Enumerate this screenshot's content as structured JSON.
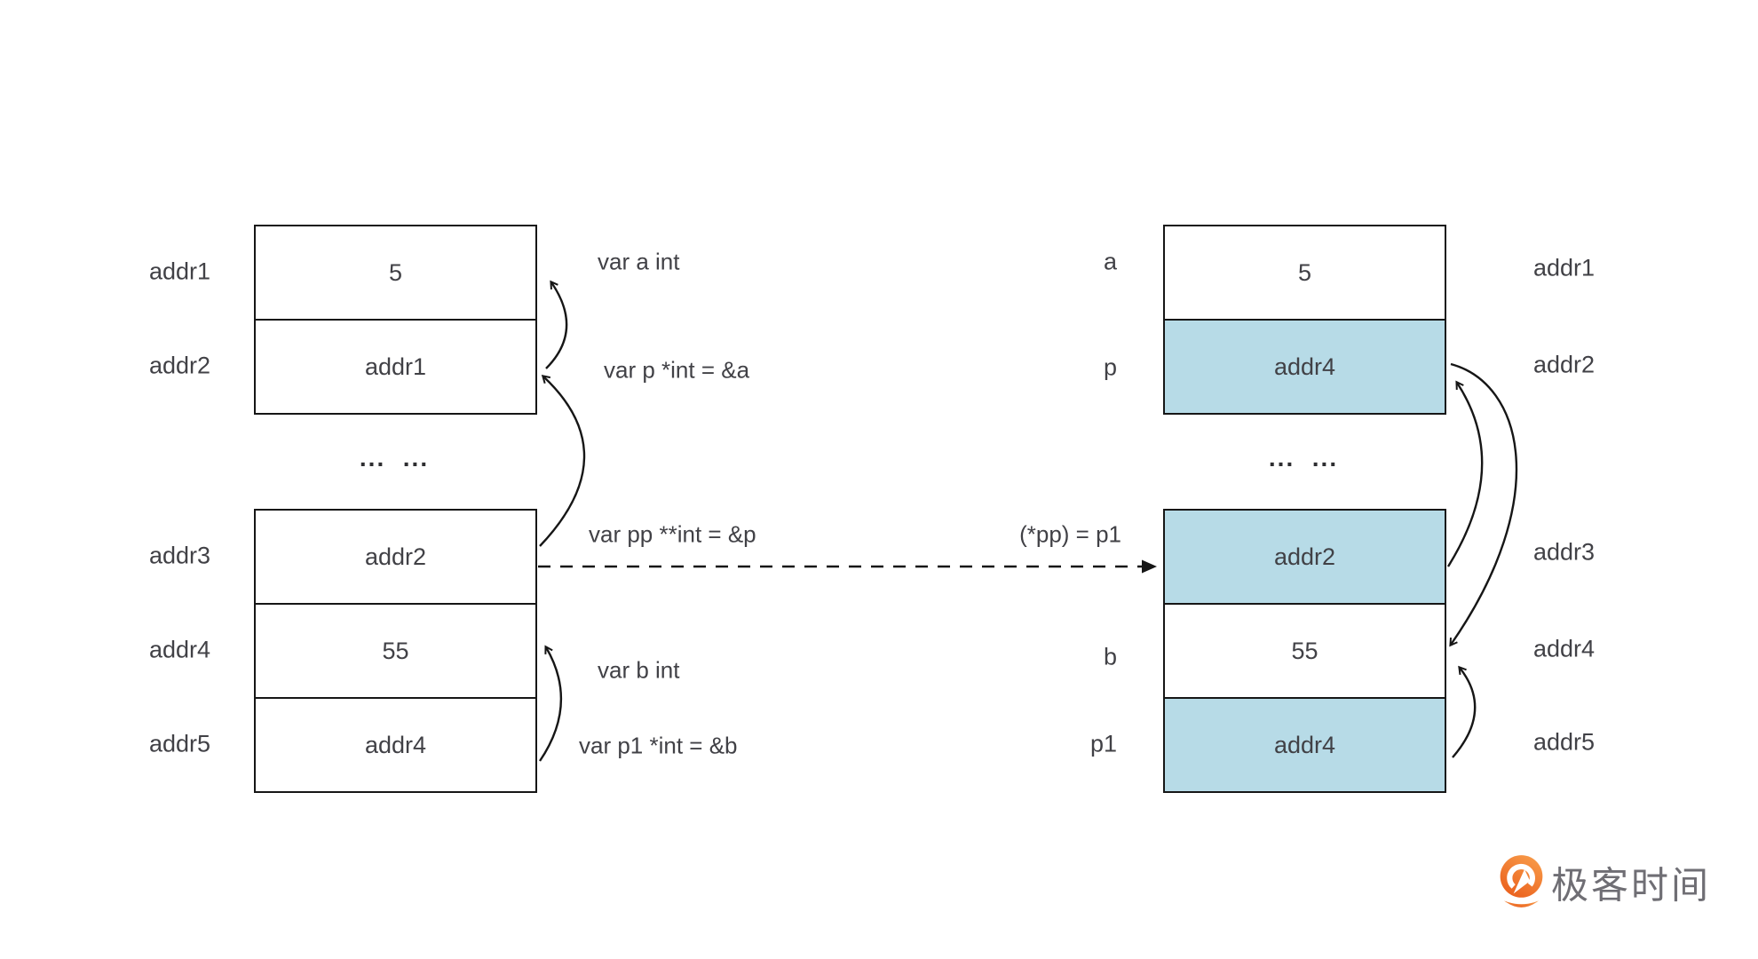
{
  "left_panel": {
    "addresses": [
      "addr1",
      "addr2",
      "addr3",
      "addr4",
      "addr5"
    ],
    "block1": [
      "5",
      "addr1"
    ],
    "dots": "...  ...",
    "block2": [
      "addr2",
      "55",
      "addr4"
    ],
    "annotations": {
      "a": "var a int",
      "p": "var p *int = &a",
      "pp": "var pp **int = &p",
      "b": "var b int",
      "p1": "var p1 *int = &b"
    }
  },
  "middle": {
    "assignment": "(*pp) = p1"
  },
  "right_panel": {
    "vars": [
      "a",
      "p",
      "b",
      "p1"
    ],
    "block1": [
      "5",
      "addr4"
    ],
    "block1_highlight": [
      false,
      true
    ],
    "dots": "...  ...",
    "block2": [
      "addr2",
      "55",
      "addr4"
    ],
    "block2_highlight": [
      true,
      false,
      true
    ],
    "addresses": [
      "addr1",
      "addr2",
      "addr3",
      "addr4",
      "addr5"
    ]
  },
  "logo": {
    "text": "极客时间"
  },
  "colors": {
    "highlight": "#b7dbe7",
    "line": "#161616",
    "text": "#414146",
    "logo_orange": "#ed6c21",
    "logo_orange_light": "#f89b49",
    "logo_text": "#6f6e74",
    "background": "#ffffff"
  }
}
